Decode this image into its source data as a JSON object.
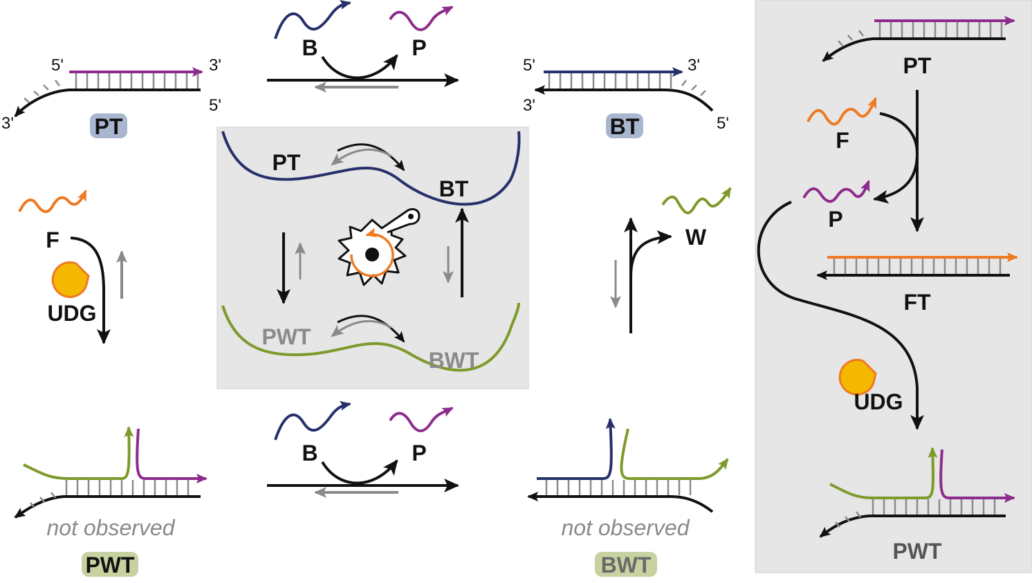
{
  "colors": {
    "purple": "#8e2b8e",
    "navy": "#27306b",
    "orange": "#ee7a22",
    "green": "#7d9a2b",
    "panel_gray": "#e6e6e6",
    "ladder_gray": "#8a8a8a",
    "badge_blue": "#a9b6cf",
    "badge_green": "#c7d2a0",
    "udg_yellow": "#f5b800"
  },
  "strand_ends": {
    "pt_top_left": "5'",
    "pt_top_right": "3'",
    "pt_bottom_left": "3'",
    "pt_bottom_right": "5'",
    "bt_top_left": "5'",
    "bt_top_right": "3'",
    "bt_bottom_left": "3'",
    "bt_bottom_right": "5'"
  },
  "complexes": {
    "pt": "PT",
    "bt": "BT",
    "pwt": "PWT",
    "bwt": "BWT",
    "ft": "FT"
  },
  "strands": {
    "b": "B",
    "p": "P",
    "f": "F",
    "w": "W",
    "udg": "UDG"
  },
  "energy_panel": {
    "pt": "PT",
    "bt": "BT",
    "pwt": "PWT",
    "bwt": "BWT",
    "icon": "ratchet-icon"
  },
  "notes": {
    "left": "not observed",
    "right": "not observed"
  },
  "side_panel": {
    "pt": "PT",
    "f": "F",
    "p": "P",
    "ft": "FT",
    "udg": "UDG",
    "pwt": "PWT"
  }
}
